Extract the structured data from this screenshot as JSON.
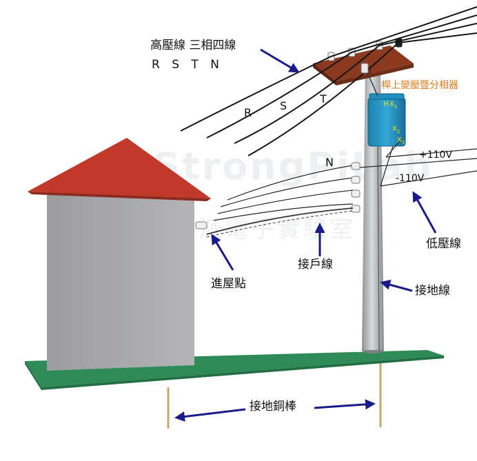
{
  "watermark": {
    "main": "StrongPiLab",
    "sub": "實作派電子實驗室"
  },
  "labels": {
    "hv_title": "高壓線 三相四線",
    "hv_phases": "R S T N",
    "wire_r": "R",
    "wire_s": "S",
    "wire_t": "T",
    "wire_n": "N",
    "transformer": "桿上變壓暨分相器",
    "plus_voltage": "+110V",
    "minus_voltage": "-110V",
    "low_voltage": "低壓線",
    "service_drop": "接戶線",
    "entry_point": "進屋點",
    "ground_wire": "接地線",
    "ground_rod": "接地銅棒"
  },
  "transformer_terminals": {
    "h": "H",
    "x1": "X",
    "x1_sub": "1",
    "x2": "X",
    "x2_sub": "2",
    "x3": "X",
    "x3_sub": "3"
  },
  "colors": {
    "roof": "#c0392b",
    "wall": "#a9aaac",
    "ground": "#2e8b57",
    "pole": "#b9bbbd",
    "crossarm": "#8b3a1f",
    "transformer": "#1f8fbf",
    "arrow": "#1a1a8a",
    "label_orange": "#e07a18"
  }
}
